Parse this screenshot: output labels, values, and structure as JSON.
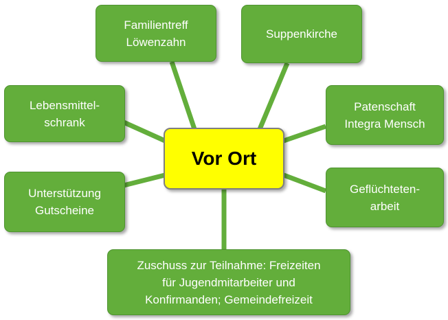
{
  "colors": {
    "node_fill": "#63ae3b",
    "connector": "#63ae3b",
    "center_fill": "#ffff00",
    "center_border": "#7f7f7f"
  },
  "center": {
    "label": "Vor Ort"
  },
  "nodes": [
    {
      "id": "familientreff",
      "label": "Familientreff\nLöwenzahn"
    },
    {
      "id": "suppenkirche",
      "label": "Suppenkirche"
    },
    {
      "id": "lebensmittelschrank",
      "label": "Lebensmittel-\nschrank"
    },
    {
      "id": "patenschaft",
      "label": "Patenschaft\nIntegra Mensch"
    },
    {
      "id": "unterstuetzung",
      "label": "Unterstützung\nGutscheine"
    },
    {
      "id": "gefluechtetenarbeit",
      "label": "Geflüchteten-\narbeit"
    },
    {
      "id": "zuschuss",
      "label": "Zuschuss zur Teilnahme: Freizeiten\nfür Jugendmitarbeiter und\nKonfirmanden; Gemeindefreizeit"
    }
  ]
}
